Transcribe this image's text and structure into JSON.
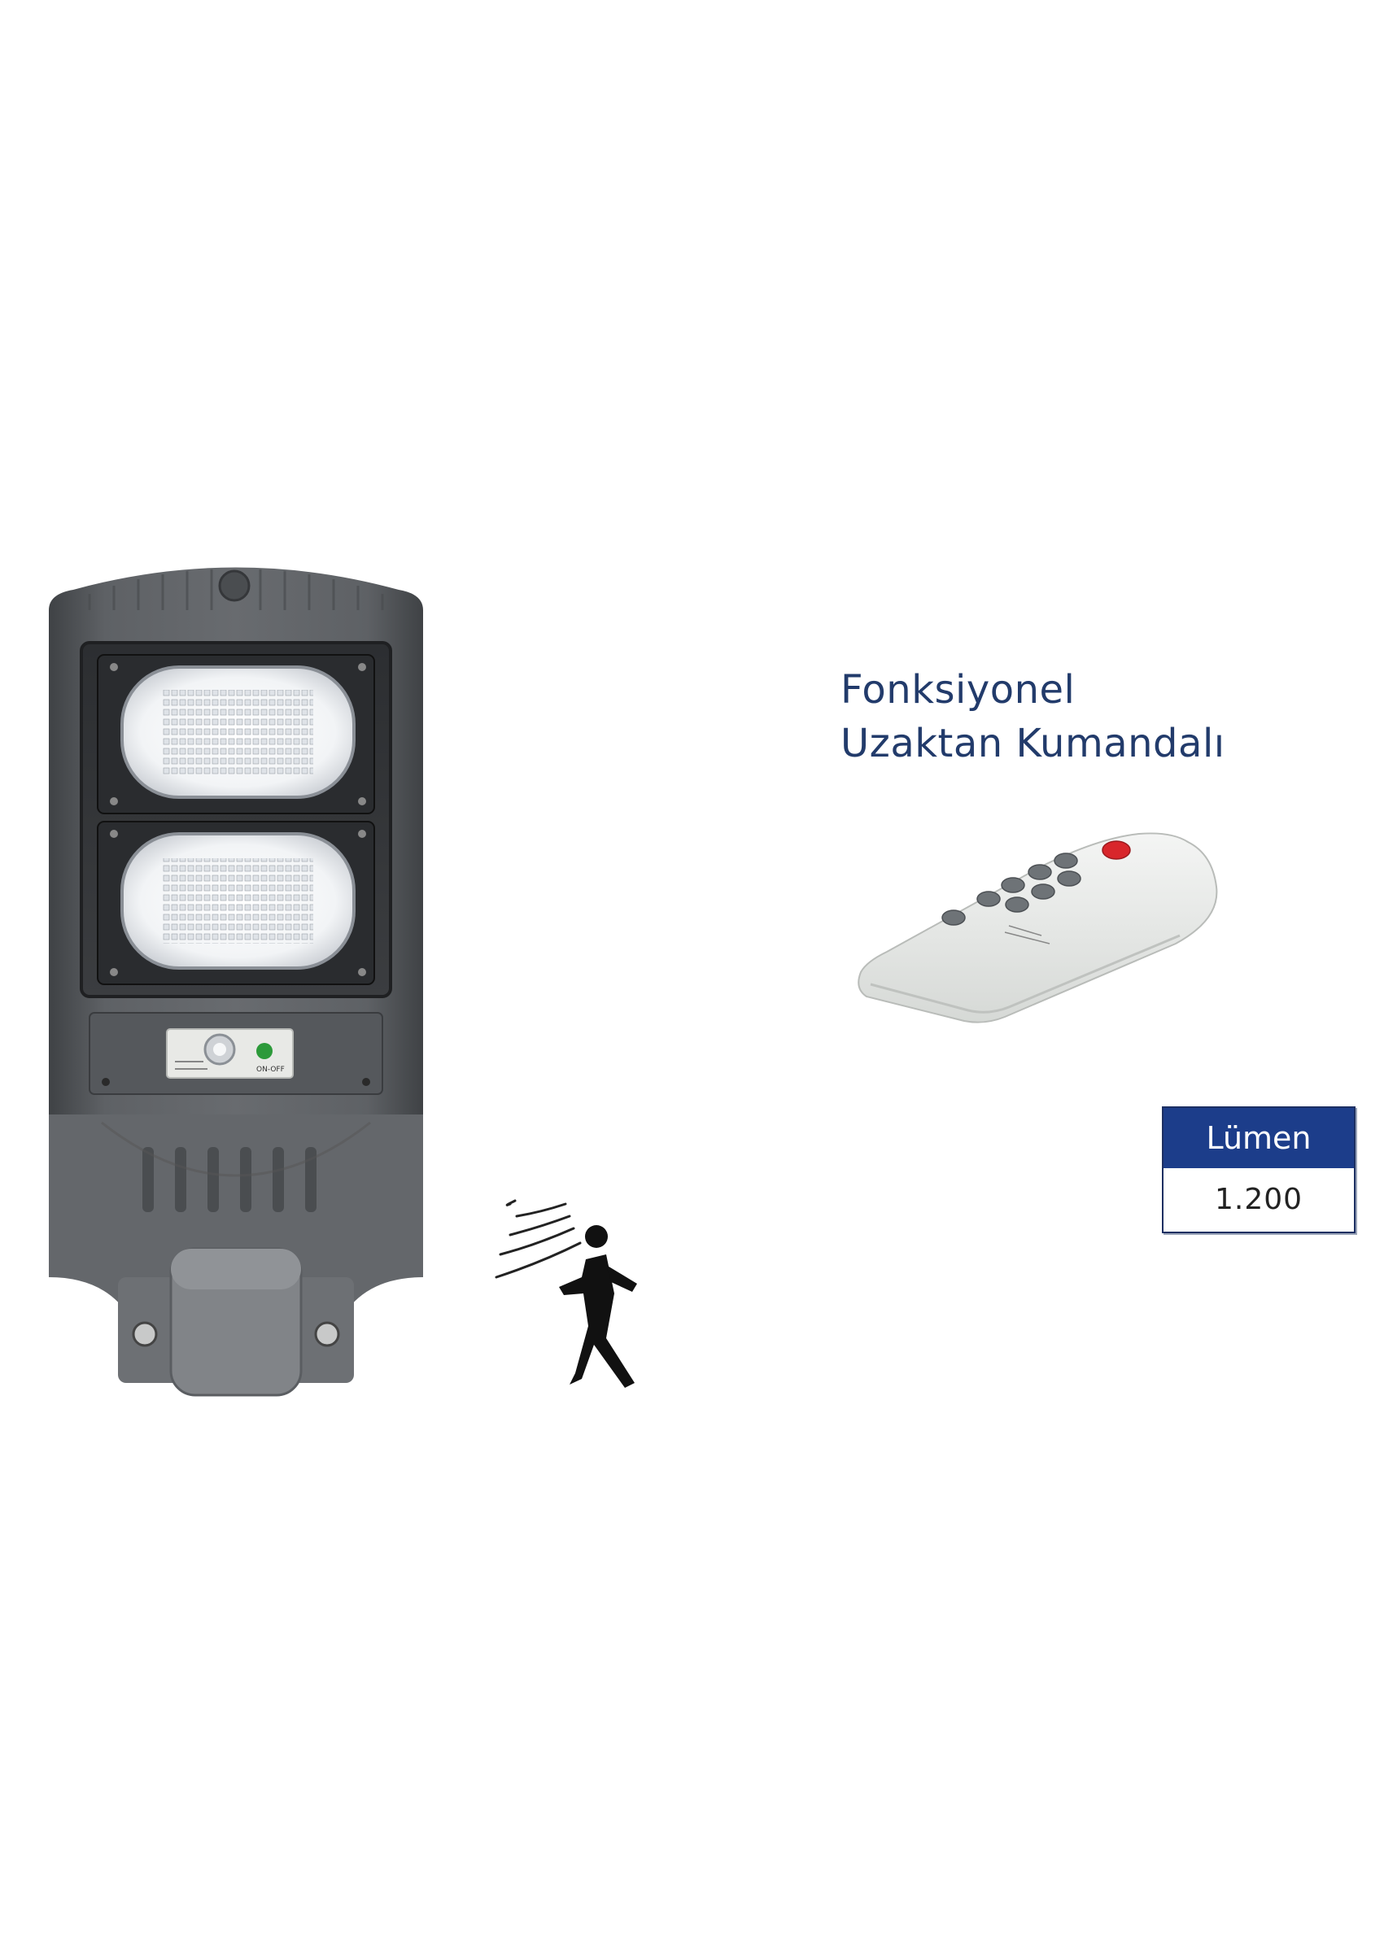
{
  "heading": {
    "line1": "Fonksiyonel",
    "line2": "Uzaktan Kumandalı"
  },
  "spec": {
    "label": "Lümen",
    "value": "1.200"
  },
  "lamp": {
    "switch_label": "ON-OFF"
  },
  "colors": {
    "heading": "#223b6b",
    "badge_header": "#1c3d8a",
    "lamp_body": "#5c5f63",
    "remote_body": "#e9ebe9",
    "remote_power": "#d8262b"
  },
  "icons": {
    "lamp": "solar-street-lamp",
    "motion": "motion-sensor-walking-person-icon",
    "remote": "remote-control"
  }
}
